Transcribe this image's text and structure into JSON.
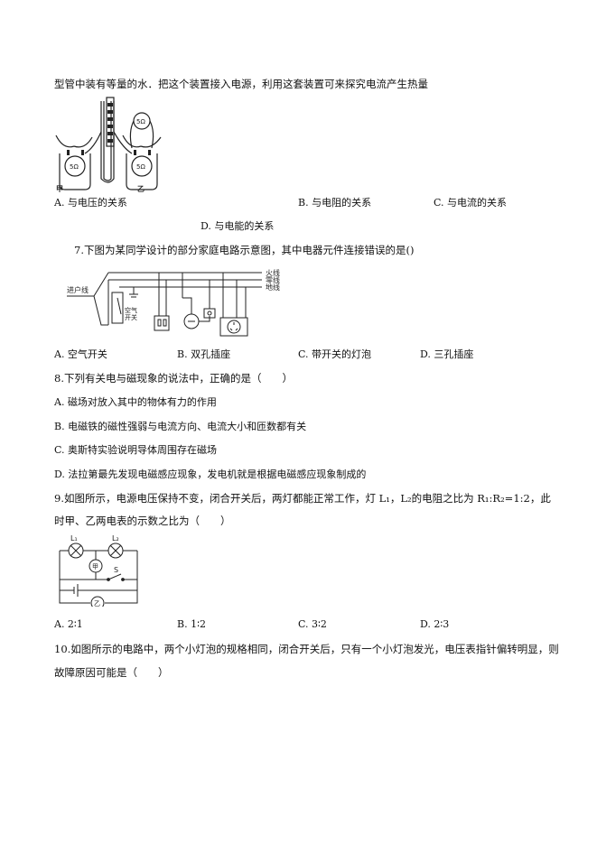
{
  "q6": {
    "stem_tail": "型管中装有等量的水．把这个装置接入电源，利用这套装置可来探究电流产生热量",
    "fig_labels": {
      "r_top": "5Ω",
      "r_left": "5Ω",
      "r_right": "5Ω",
      "jia": "甲",
      "yi": "乙"
    },
    "options": {
      "a": "A. 与电压的关系",
      "b": "B. 与电阻的关系",
      "c": "C. 与电流的关系",
      "d": "D. 与电能的关系"
    }
  },
  "q7": {
    "stem": "7.下图为某同学设计的部分家庭电路示意图，其中电器元件连接错误的是()",
    "fig_labels": {
      "live": "火线",
      "neutral": "零线",
      "ground": "地线",
      "entry": "进户线",
      "switch_line1": "空气",
      "switch_line2": "开关"
    },
    "options": {
      "a": "A.  空气开关",
      "b": "B.  双孔插座",
      "c": "C.  带开关的灯泡",
      "d": "D.  三孔插座"
    }
  },
  "q8": {
    "stem": "8.下列有关电与磁现象的说法中，正确的是（　　）",
    "options": {
      "a": "A.  磁场对放入其中的物体有力的作用",
      "b": "B.  电磁铁的磁性强弱与电流方向、电流大小和匝数都有关",
      "c": "C.  奥斯特实验说明导体周围存在磁场",
      "d": "D.  法拉第最先发现电磁感应现象，发电机就是根据电磁感应现象制成的"
    }
  },
  "q9": {
    "stem_line1": "9.如图所示，电源电压保持不变，闭合开关后，两灯都能正常工作，灯 L₁，L₂的电阻之比为 R₁:R₂=1:2，此",
    "stem_line2": "时甲、乙两电表的示数之比为（　　）",
    "fig_labels": {
      "l1": "L₁",
      "l2": "L₂",
      "meter_jia": "甲",
      "switch": "S",
      "meter_yi": "乙"
    },
    "options": {
      "a": "A.  2∶1",
      "b": "B.  1∶2",
      "c": "C.  3∶2",
      "d": "D.  2∶3"
    }
  },
  "q10": {
    "stem_line1": "10.如图所示的电路中，两个小灯泡的规格相同，闭合开关后，只有一个小灯泡发光，电压表指针偏转明显，则",
    "stem_line2": "故障原因可能是（　　）"
  }
}
